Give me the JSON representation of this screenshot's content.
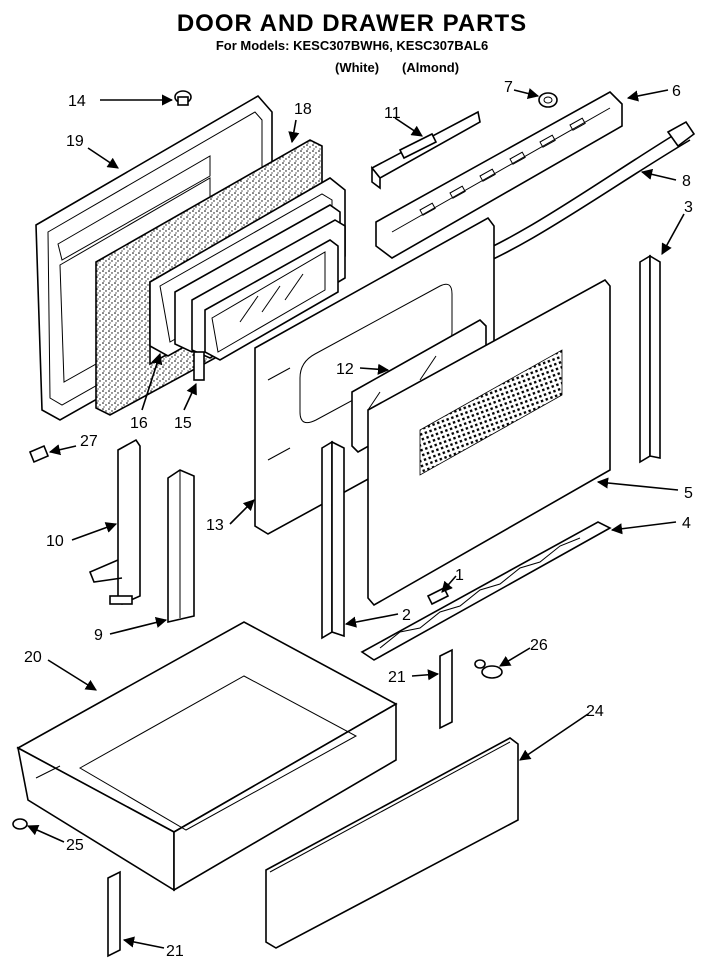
{
  "diagram": {
    "title": "DOOR AND DRAWER PARTS",
    "subtitle": "For Models: KESC307BWH6, KESC307BAL6",
    "variants": [
      "(White)",
      "(Almond)"
    ],
    "callouts": [
      {
        "id": "1",
        "label": "1"
      },
      {
        "id": "2",
        "label": "2"
      },
      {
        "id": "3",
        "label": "3"
      },
      {
        "id": "4",
        "label": "4"
      },
      {
        "id": "5",
        "label": "5"
      },
      {
        "id": "6",
        "label": "6"
      },
      {
        "id": "7",
        "label": "7"
      },
      {
        "id": "8",
        "label": "8"
      },
      {
        "id": "9",
        "label": "9"
      },
      {
        "id": "10",
        "label": "10"
      },
      {
        "id": "11",
        "label": "11"
      },
      {
        "id": "12",
        "label": "12"
      },
      {
        "id": "13",
        "label": "13"
      },
      {
        "id": "14",
        "label": "14"
      },
      {
        "id": "15",
        "label": "15"
      },
      {
        "id": "16",
        "label": "16"
      },
      {
        "id": "18",
        "label": "18"
      },
      {
        "id": "19",
        "label": "19"
      },
      {
        "id": "20",
        "label": "20"
      },
      {
        "id": "21a",
        "label": "21"
      },
      {
        "id": "21b",
        "label": "21"
      },
      {
        "id": "24",
        "label": "24"
      },
      {
        "id": "25",
        "label": "25"
      },
      {
        "id": "26",
        "label": "26"
      },
      {
        "id": "27",
        "label": "27"
      }
    ]
  }
}
